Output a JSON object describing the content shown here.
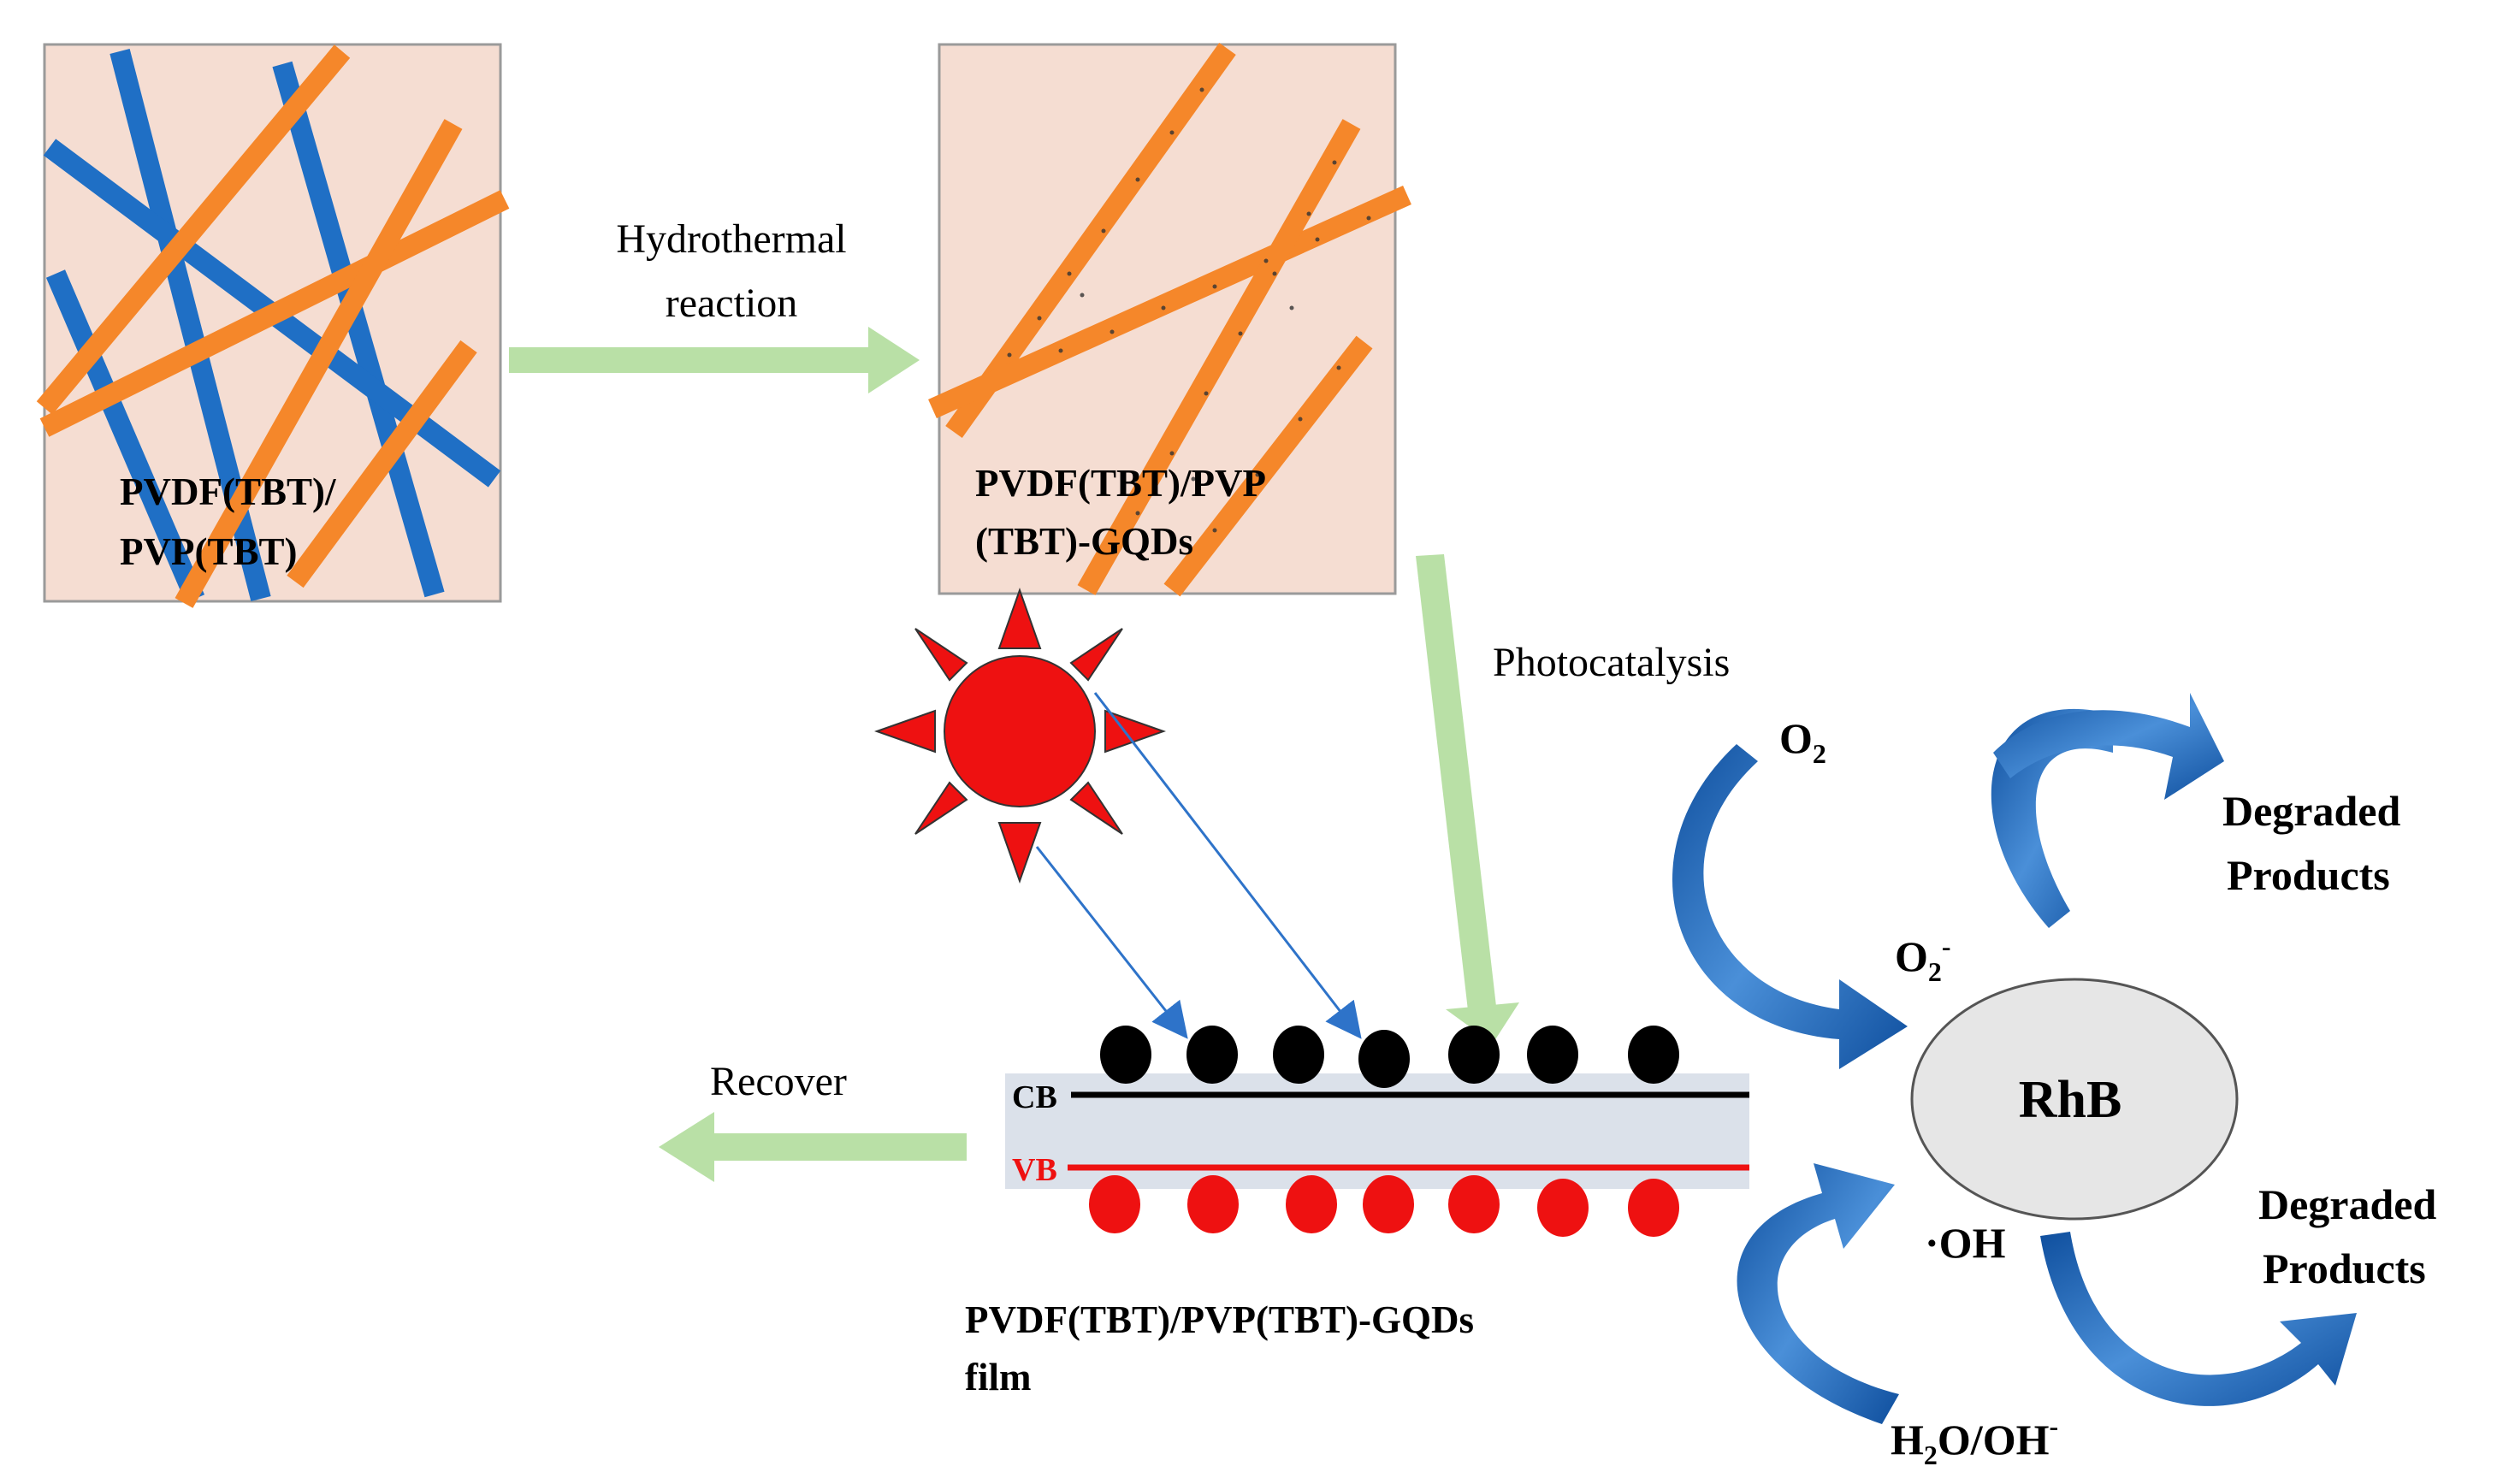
{
  "panels": {
    "left": {
      "label_lines": [
        "PVDF(TBT)/",
        "PVP(TBT)"
      ]
    },
    "right": {
      "label_lines": [
        "PVDF(TBT)/PVP",
        "(TBT)-GQDs"
      ]
    }
  },
  "arrows": {
    "hydrothermal": {
      "label_lines": [
        "Hydrothermal",
        "reaction"
      ]
    },
    "photocatalysis": {
      "label": "Photocatalysis"
    },
    "recover": {
      "label": "Recover"
    }
  },
  "film": {
    "cb_label": "CB",
    "vb_label": "VB",
    "caption_lines": [
      "PVDF(TBT)/PVP(TBT)-GQDs",
      "film"
    ]
  },
  "cycle": {
    "center_label": "RhB",
    "o2": {
      "base": "O",
      "sub": "2"
    },
    "superoxide": {
      "base": "O",
      "sub": "2",
      "sup": "-"
    },
    "hydroxyl": "·OH",
    "water": {
      "base1": "H",
      "sub": "2",
      "base2": "O/OH",
      "sup": "-"
    },
    "products_top": [
      "Degraded",
      "Products"
    ],
    "products_bottom": [
      "Degraded",
      "Products"
    ]
  },
  "colors": {
    "panel_bg": "#f5ddd2",
    "blue_fiber": "#1f6fc5",
    "orange_fiber": "#f5872a",
    "green_arrow": "#b9e0a6",
    "sun_red": "#ee1111",
    "film_bg": "#dbe1ea",
    "cb_line": "#000000",
    "vb_line": "#ee1111",
    "electron": "#000000",
    "hole": "#ee1111",
    "curve_blue": "#1a5fb0",
    "rhb_fill": "#e6e6e6"
  }
}
